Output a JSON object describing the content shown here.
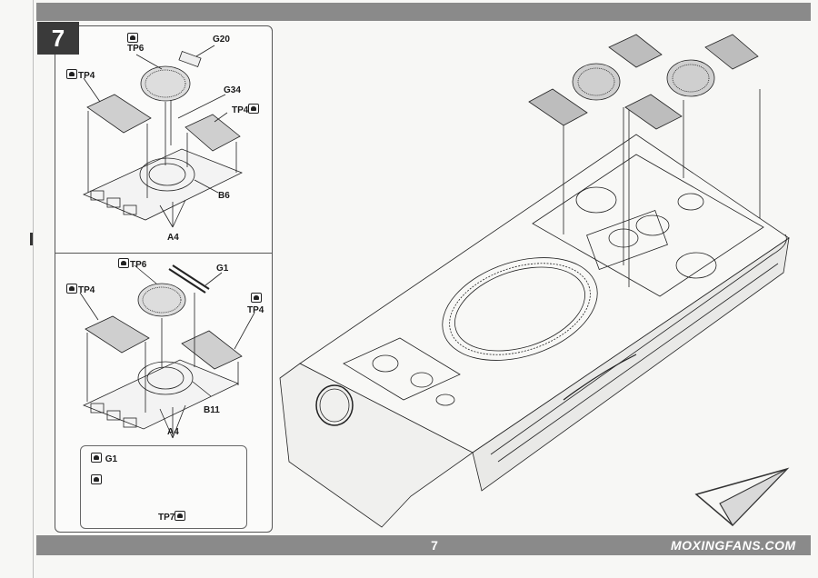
{
  "step_number": "7",
  "page_number": "7",
  "watermark": "MOXINGFANS.COM",
  "top_assembly": {
    "labels": {
      "tp6": "TP6",
      "g20": "G20",
      "tp4_left": "TP4",
      "g34": "G34",
      "tp4_right": "TP4",
      "b6": "B6",
      "a4": "A4"
    }
  },
  "middle_assembly": {
    "labels": {
      "tp6": "TP6",
      "g1": "G1",
      "tp4_left": "TP4",
      "tp4_right": "TP4",
      "b11": "B11",
      "a4": "A4"
    }
  },
  "detail_box": {
    "labels": {
      "g1": "G1",
      "tp7": "TP7"
    }
  },
  "icons": [
    "paint-ref-icon",
    "cut-icon",
    "glue-icon"
  ],
  "colors": {
    "bar": "#8a8a8a",
    "step_box": "#3a3a3a",
    "line": "#222222"
  }
}
